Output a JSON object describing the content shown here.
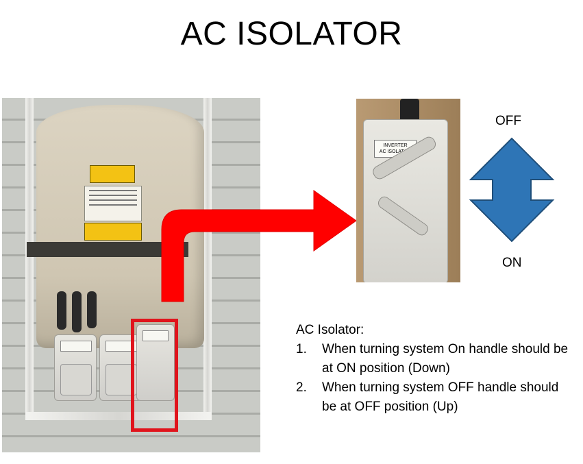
{
  "title": "AC ISOLATOR",
  "isolator_photo": {
    "label_line1": "INVERTER",
    "label_line2": "AC ISOLATOR"
  },
  "direction": {
    "off_label": "OFF",
    "on_label": "ON"
  },
  "instructions": {
    "heading": "AC Isolator:",
    "items": [
      {
        "num": "1.",
        "text": "When turning system On handle should be at  ON position (Down)"
      },
      {
        "num": "2.",
        "text": "When turning system OFF handle should be at OFF position (Up)"
      }
    ]
  },
  "colors": {
    "highlight_red": "#e0141c",
    "arrow_blue": "#2e75b6"
  },
  "icons": [
    "bent-red-arrow-icon",
    "up-down-double-arrow-icon"
  ]
}
